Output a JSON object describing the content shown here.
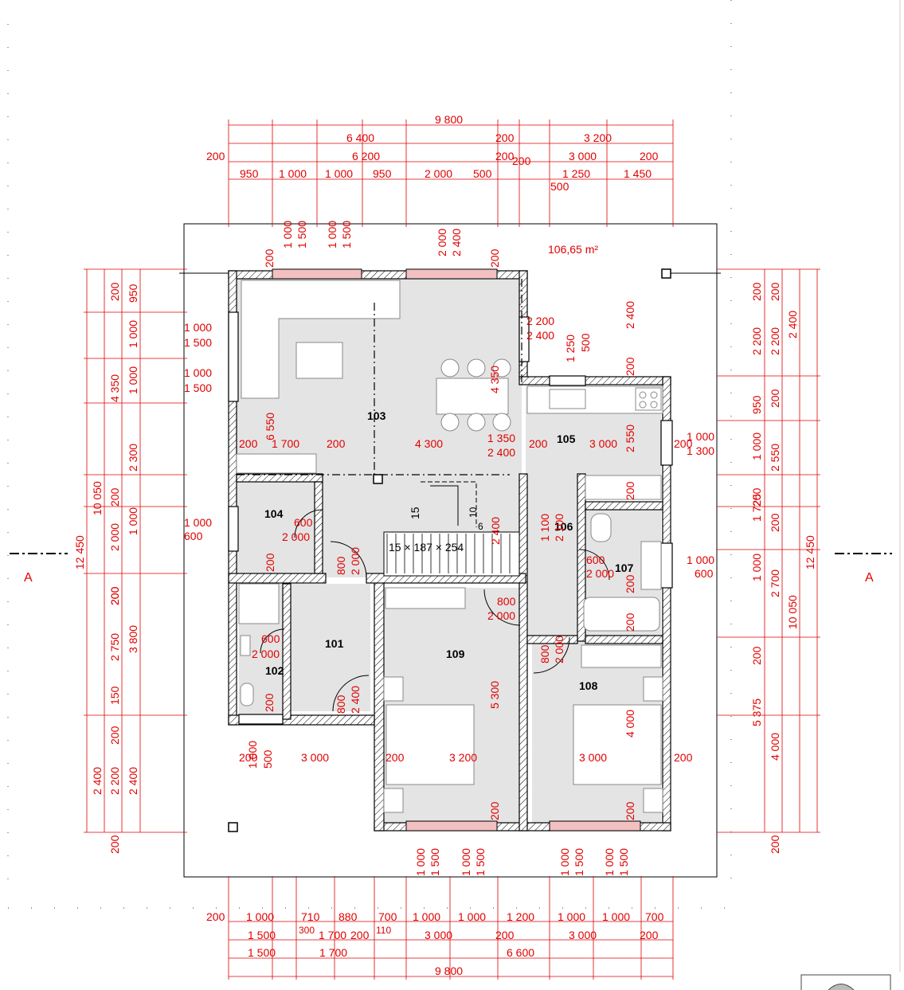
{
  "area_label": "106,65 m²",
  "section_marker": "A",
  "stair_label": "15 × 187 × 254",
  "stair_count_a": "15",
  "stair_count_b": "10",
  "stair_count_c": "6",
  "rooms": [
    "101",
    "102",
    "103",
    "104",
    "105",
    "106",
    "107",
    "108",
    "109"
  ],
  "dims_top": {
    "overall": "9 800",
    "row2": [
      "6 400",
      "200",
      "3 200"
    ],
    "row3": [
      "200",
      "6 200",
      "200",
      "200",
      "3 000",
      "200"
    ],
    "row4": [
      "950",
      "1 000",
      "1 000",
      "950",
      "2 000",
      "500",
      "1 250",
      "1 450"
    ],
    "extra": "500"
  },
  "dims_bottom": {
    "row1": [
      "200",
      "1 000",
      "710",
      "880",
      "700",
      "1 000",
      "1 000",
      "1 200",
      "1 000",
      "1 000",
      "700"
    ],
    "row1b": [
      "300",
      "110"
    ],
    "row2": [
      "1 500",
      "1 700",
      "200",
      "3 000",
      "200",
      "3 000",
      "200"
    ],
    "row3": [
      "1 500",
      "1 700",
      "6 600"
    ],
    "overall": "9 800"
  },
  "dims_left": [
    "200",
    "950",
    "1 000",
    "1 000",
    "2 300",
    "200",
    "1 000",
    "200",
    "2 750",
    "150",
    "200",
    "2 200",
    "200",
    "4 350",
    "2 000",
    "3 800",
    "2 400",
    "10 050",
    "12 450"
  ],
  "dims_right": [
    "200",
    "2 200",
    "950",
    "1 000",
    "200",
    "1 725",
    "200",
    "1 000",
    "200",
    "5 375",
    "200",
    "200",
    "2 200",
    "2 550",
    "2 700",
    "4 000",
    "2 400",
    "10 050",
    "12 450"
  ],
  "interior_dims": {
    "win_heights_top": [
      "200",
      "1 000",
      "1 500",
      "1 000",
      "1 500",
      "2 000",
      "2 400",
      "200"
    ],
    "win_left_a": [
      "1 000",
      "1 500"
    ],
    "win_left_b": [
      "1 000",
      "1 500"
    ],
    "win_left_c": [
      "1 000",
      "600"
    ],
    "right_2400": "2 400",
    "right_2200_2400": [
      "2 200",
      "2 400"
    ],
    "w1250_500": [
      "1 250",
      "500"
    ],
    "h6550": "6 550",
    "h4350": "4 350",
    "row_mid": [
      "200",
      "1 700",
      "200",
      "4 300",
      "1 350",
      "200",
      "3 000",
      "2 550",
      "200"
    ],
    "h2400_mid": "2 400",
    "w1000_1300": [
      "1 000",
      "1 300"
    ],
    "d104": [
      "600",
      "2 000"
    ],
    "d_entry": [
      "800",
      "2 000"
    ],
    "d_stair": [
      "2 400"
    ],
    "d106": [
      "1 100",
      "2 100"
    ],
    "d107": [
      "600",
      "2 000"
    ],
    "w107": [
      "1 000",
      "600"
    ],
    "d109": [
      "800",
      "2 000"
    ],
    "d108": [
      "800",
      "2 000"
    ],
    "d102": [
      "600",
      "2 000"
    ],
    "d101": [
      "800",
      "2 400"
    ],
    "h5300": "5 300",
    "h4000": "4 000",
    "row_low": [
      "200",
      "3 000",
      "200",
      "3 200",
      "3 000",
      "200"
    ],
    "low_small": [
      "1 000",
      "500"
    ],
    "h200s": [
      "200",
      "200",
      "200",
      "200",
      "200",
      "200",
      "200",
      "200",
      "200"
    ],
    "win_bottom": [
      "1 000",
      "1 500",
      "1 000",
      "1 500",
      "1 000",
      "1 500",
      "1 000",
      "1 500"
    ]
  }
}
